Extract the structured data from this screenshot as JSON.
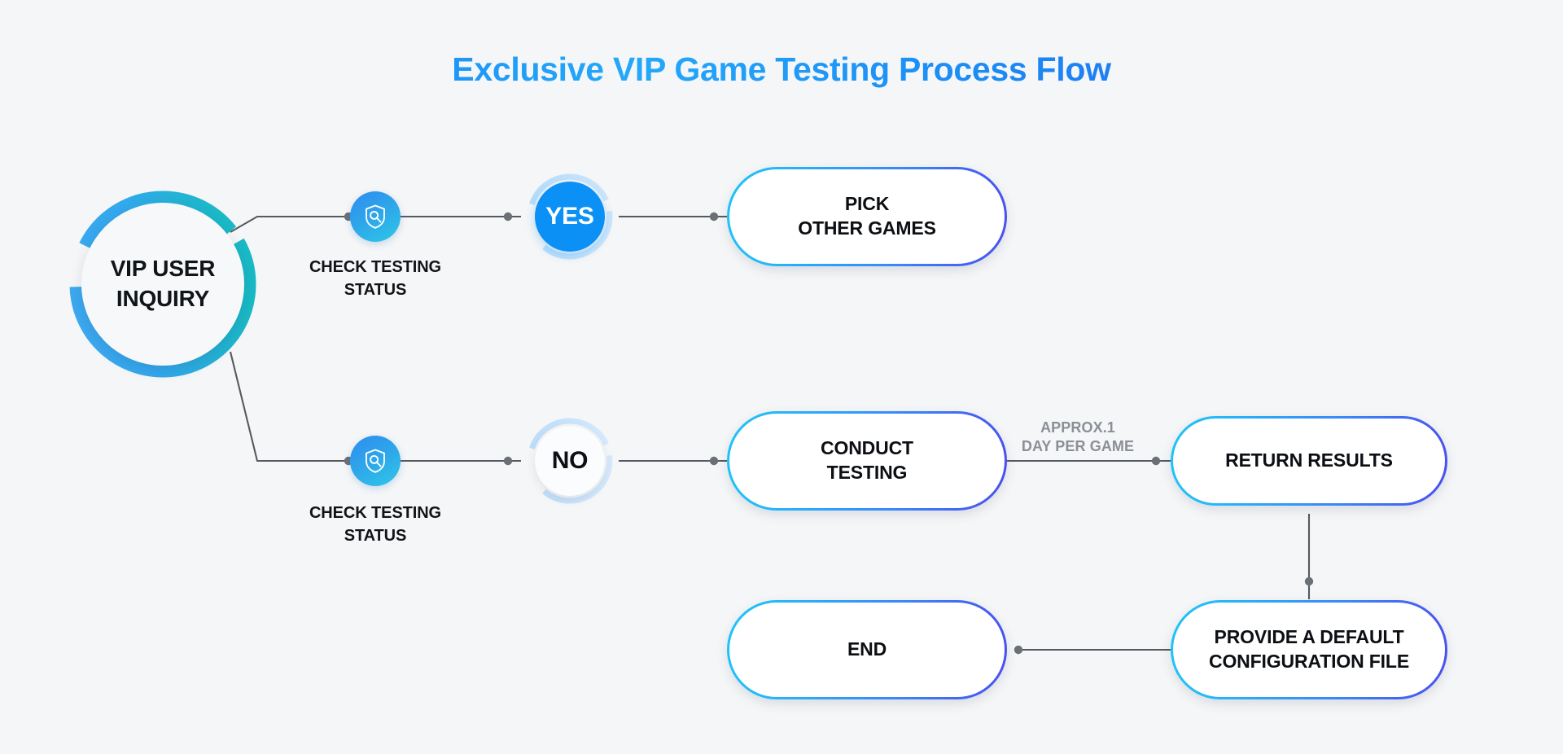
{
  "page": {
    "title": "Exclusive VIP Game Testing Process Flow",
    "background_color": "#f5f6f7",
    "title_gradient_from": "#1a6ef5",
    "title_gradient_to": "#23a9f9"
  },
  "diagram": {
    "type": "flowchart",
    "start": {
      "label": "VIP USER\nINQUIRY",
      "shape": "ring-circle",
      "ring_gradient_from": "#3aa6f0",
      "ring_gradient_to": "#1fb4c9"
    },
    "branches": [
      {
        "id": "yes-branch",
        "step_icon": "shield-search-icon",
        "step_caption": "CHECK TESTING\nSTATUS",
        "decision_label": "YES",
        "decision_style": "filled",
        "decision_fill": "#0b90f5",
        "outcome_label": "PICK\nOTHER GAMES"
      },
      {
        "id": "no-branch",
        "step_icon": "shield-search-icon",
        "step_caption": "CHECK TESTING\nSTATUS",
        "decision_label": "NO",
        "decision_style": "hollow",
        "decision_fill": "#ffffff",
        "outcome_label": "CONDUCT\nTESTING"
      }
    ],
    "edge_notes": [
      {
        "id": "duration-note",
        "text": "APPROX.1\nDAY PER GAME",
        "color": "#8b8f96"
      }
    ],
    "nodes": [
      {
        "id": "pick-other-games",
        "label": "PICK\nOTHER GAMES"
      },
      {
        "id": "conduct-testing",
        "label": "CONDUCT\nTESTING"
      },
      {
        "id": "return-results",
        "label": "RETURN RESULTS"
      },
      {
        "id": "provide-default-config",
        "label": "PROVIDE A DEFAULT\nCONFIGURATION FILE"
      },
      {
        "id": "end",
        "label": "END"
      }
    ],
    "pill_gradient_from": "#1ec3f8",
    "pill_gradient_to": "#4a4ef0",
    "connector_color": "#555a60",
    "connector_dot_color": "#6b7077"
  }
}
